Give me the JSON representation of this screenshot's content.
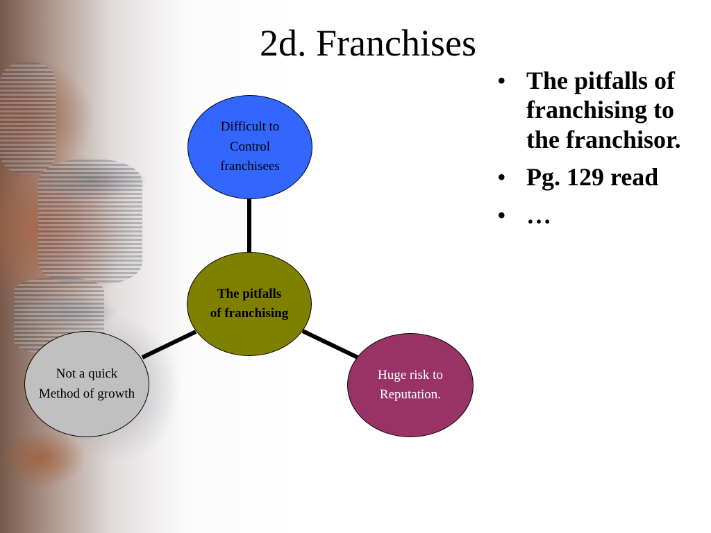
{
  "slide": {
    "title": "2d. Franchises",
    "bullets": [
      "The pitfalls of franchising to the franchisor.",
      "Pg. 129 read",
      "…"
    ],
    "bullet_symbol": "•"
  },
  "diagram": {
    "center": {
      "lines": [
        "The pitfalls",
        "of franchising"
      ],
      "color": "#808000"
    },
    "top": {
      "lines": [
        "Difficult to",
        "Control",
        "franchisees"
      ],
      "color": "#3366ff"
    },
    "left": {
      "lines": [
        "Not a quick",
        "Method of growth"
      ],
      "color": "#c0c0c0"
    },
    "right": {
      "lines": [
        "Huge risk to",
        "Reputation."
      ],
      "color": "#993366"
    }
  }
}
